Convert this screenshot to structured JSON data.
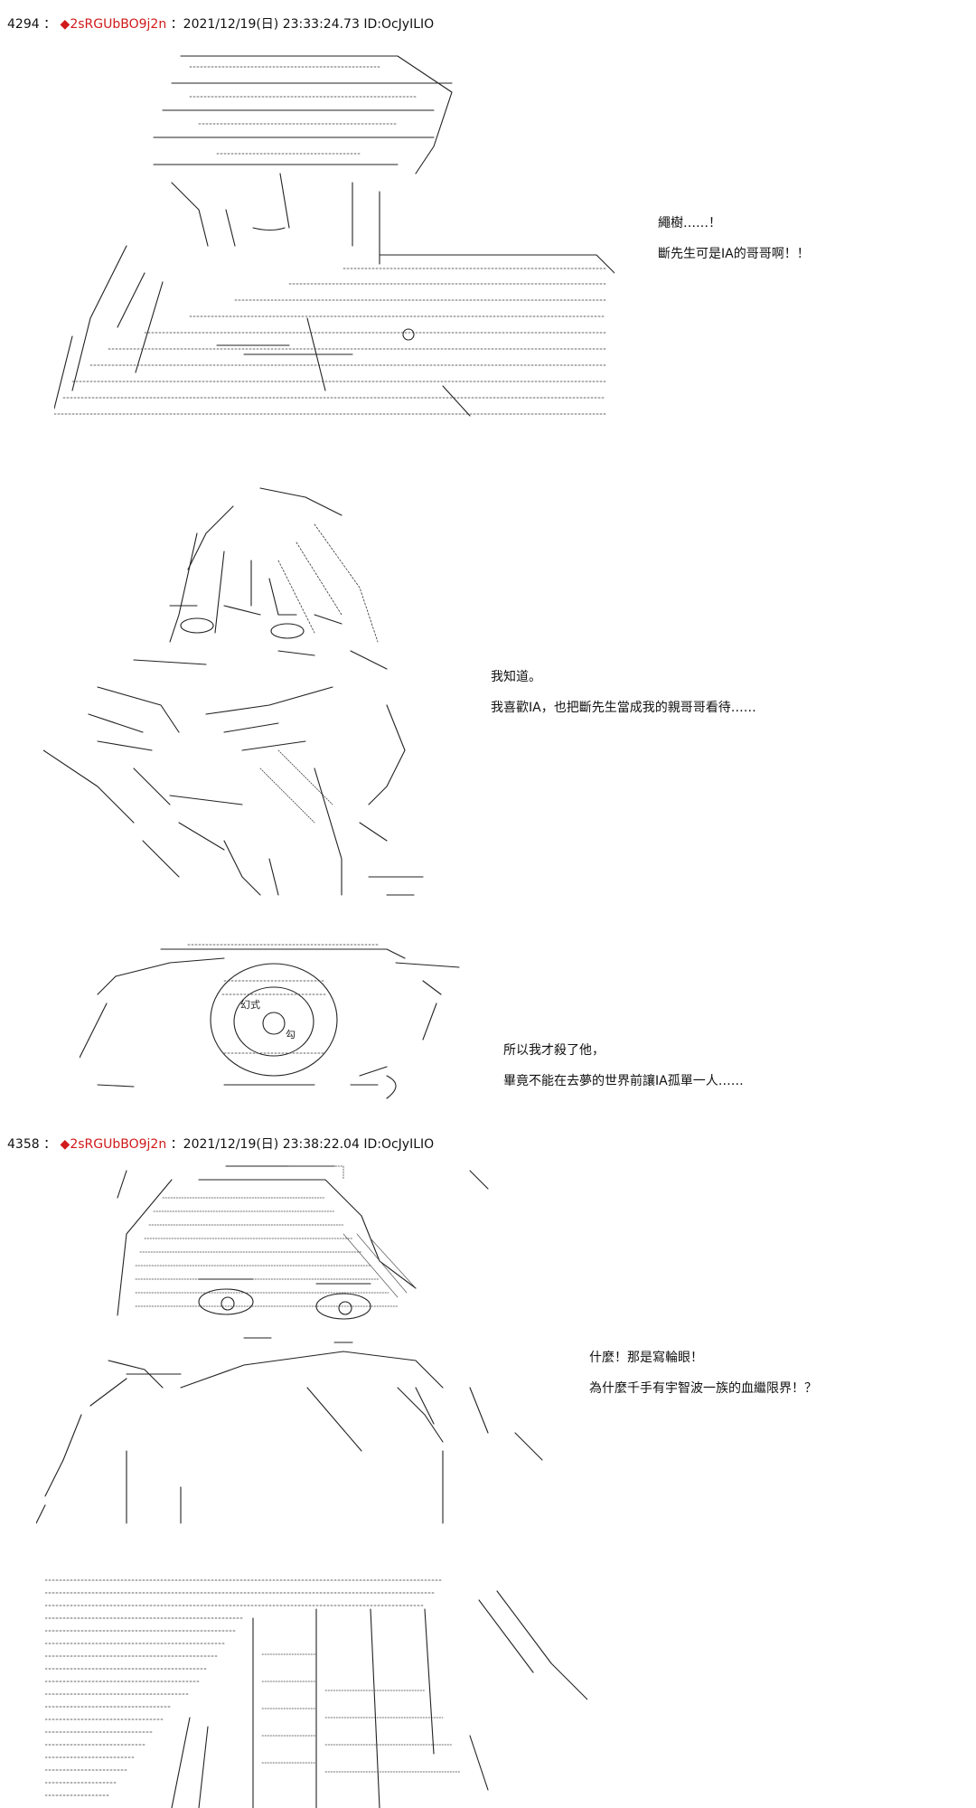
{
  "posts": [
    {
      "number": "4294",
      "trip": "2sRGUbBO9j2n",
      "datetime": "2021/12/19(日) 23:33:24.73",
      "id": "ID:OcJyILIO"
    },
    {
      "number": "4358",
      "trip": "2sRGUbBO9j2n",
      "datetime": "2021/12/19(日) 23:38:22.04",
      "id": "ID:OcJyILIO"
    }
  ],
  "panels": [
    {
      "lines": [
        "繩樹……！",
        "斷先生可是IA的哥哥啊！！"
      ]
    },
    {
      "lines": [
        "我知道。",
        "我喜歡IA，也把斷先生當成我的親哥哥看待……"
      ]
    },
    {
      "lines": [
        "所以我才殺了他，",
        "畢竟不能在去夢的世界前讓IA孤單一人……"
      ]
    },
    {
      "lines": [
        "什麼！那是寫輪眼！",
        "為什麼千手有宇智波一族的血繼限界！？"
      ]
    }
  ],
  "art_text": {
    "eye_label_1": "幻式",
    "eye_label_2": "勾"
  },
  "colors": {
    "trip": "#d11a1a",
    "text": "#111111",
    "background": "#ffffff"
  }
}
